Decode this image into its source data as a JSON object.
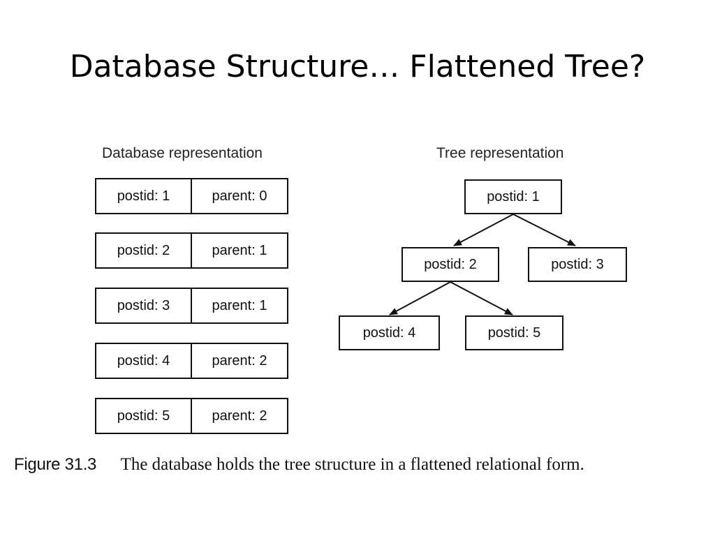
{
  "slide": {
    "title": "Database Structure… Flattened Tree?"
  },
  "database": {
    "label": "Database representation",
    "rows": [
      {
        "postid": "postid: 1",
        "parent": "parent: 0"
      },
      {
        "postid": "postid: 2",
        "parent": "parent: 1"
      },
      {
        "postid": "postid: 3",
        "parent": "parent: 1"
      },
      {
        "postid": "postid: 4",
        "parent": "parent: 2"
      },
      {
        "postid": "postid: 5",
        "parent": "parent: 2"
      }
    ]
  },
  "tree": {
    "label": "Tree representation",
    "nodes": {
      "n1": "postid: 1",
      "n2": "postid: 2",
      "n3": "postid: 3",
      "n4": "postid: 4",
      "n5": "postid: 5"
    }
  },
  "caption": {
    "label": "Figure 31.3",
    "text": "The database holds the tree structure in a flattened relational form."
  },
  "colors": {
    "stroke": "#111111",
    "background": "#ffffff"
  }
}
